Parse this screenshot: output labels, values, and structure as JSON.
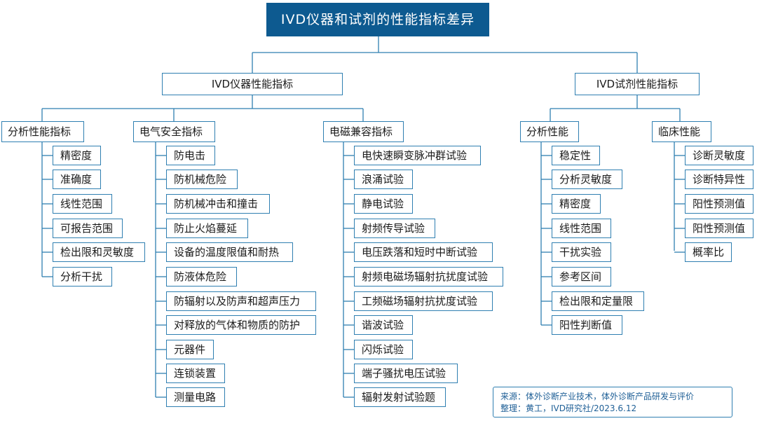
{
  "title": "IVD仪器和试剂的性能指标差异",
  "instrument": {
    "label": "IVD仪器性能指标",
    "analysis": {
      "label": "分析性能指标",
      "items": [
        "精密度",
        "准确度",
        "线性范围",
        "可报告范围",
        "检出限和灵敏度",
        "分析干扰"
      ]
    },
    "electrical": {
      "label": "电气安全指标",
      "items": [
        "防电击",
        "防机械危险",
        "防机械冲击和撞击",
        "防止火焰蔓延",
        "设备的温度限值和耐热",
        "防液体危险",
        "防辐射以及防声和超声压力",
        "对释放的气体和物质的防护",
        "元器件",
        "连锁装置",
        "测量电路"
      ]
    },
    "emc": {
      "label": "电磁兼容指标",
      "items": [
        "电快速瞬变脉冲群试验",
        "浪涌试验",
        "静电试验",
        "射频传导试验",
        "电压跌落和短时中断试验",
        "射频电磁场辐射抗扰度试验",
        "工频磁场辐射抗扰度试验",
        "谐波试验",
        "闪烁试验",
        "端子骚扰电压试验",
        "辐射发射试验题"
      ]
    }
  },
  "reagent": {
    "label": "IVD试剂性能指标",
    "analysis": {
      "label": "分析性能",
      "items": [
        "稳定性",
        "分析灵敏度",
        "精密度",
        "线性范围",
        "干扰实验",
        "参考区间",
        "检出限和定量限",
        "阳性判断值"
      ]
    },
    "clinical": {
      "label": "临床性能",
      "items": [
        "诊断灵敏度",
        "诊断特异性",
        "阳性预测值",
        "阳性预测值",
        "概率比"
      ]
    }
  },
  "source": {
    "line1": "来源：体外诊断产业技术，体外诊断产品研发与评价",
    "line2": "整理：黄工，IVD研究社/2023.6.12"
  },
  "colors": {
    "title_bg": "#0d5a90",
    "border": "#2f7fb1",
    "line": "#2f7fb1"
  }
}
